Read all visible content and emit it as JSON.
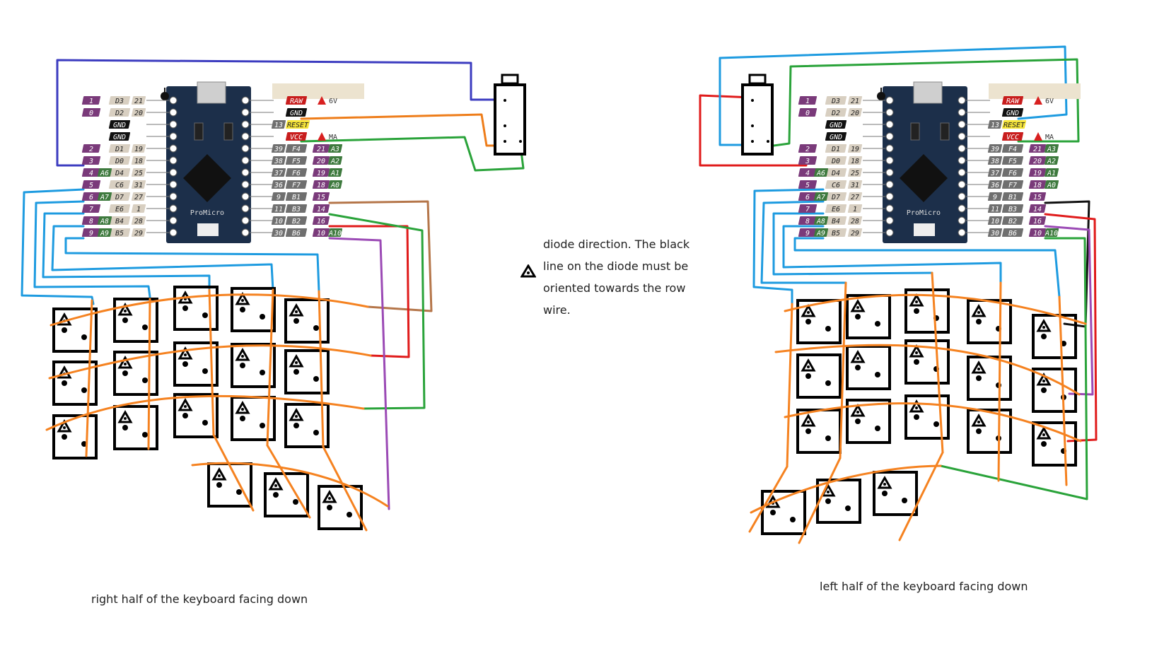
{
  "captions": {
    "right": "right half of the keyboard facing down",
    "left": "left half of the keyboard facing down",
    "note": "diode direction. The black line on the diode must be oriented towards the row wire."
  },
  "board": {
    "name": "ProMicro",
    "left_pins": [
      {
        "num": "1",
        "port": "D3",
        "arduino": "21",
        "extra": ""
      },
      {
        "num": "0",
        "port": "D2",
        "arduino": "20",
        "extra": ""
      },
      {
        "num": "",
        "port": "GND",
        "arduino": "",
        "extra": ""
      },
      {
        "num": "",
        "port": "GND",
        "arduino": "",
        "extra": ""
      },
      {
        "num": "2",
        "port": "D1",
        "arduino": "19",
        "extra": ""
      },
      {
        "num": "3",
        "port": "D0",
        "arduino": "18",
        "extra": ""
      },
      {
        "num": "4",
        "port": "D4",
        "arduino": "25",
        "extra": "A6"
      },
      {
        "num": "5",
        "port": "C6",
        "arduino": "31",
        "extra": ""
      },
      {
        "num": "6",
        "port": "D7",
        "arduino": "27",
        "extra": "A7"
      },
      {
        "num": "7",
        "port": "E6",
        "arduino": "1",
        "extra": ""
      },
      {
        "num": "8",
        "port": "B4",
        "arduino": "28",
        "extra": "A8"
      },
      {
        "num": "9",
        "port": "B5",
        "arduino": "29",
        "extra": "A9"
      }
    ],
    "right_pins": [
      {
        "num": "",
        "port": "RAW",
        "arduino": "",
        "extra": "6V"
      },
      {
        "num": "",
        "port": "GND",
        "arduino": "",
        "extra": ""
      },
      {
        "num": "13",
        "port": "RESET",
        "arduino": "",
        "extra": ""
      },
      {
        "num": "",
        "port": "VCC",
        "arduino": "",
        "extra": "MA"
      },
      {
        "num": "39",
        "port": "F4",
        "arduino": "21",
        "extra": "A3"
      },
      {
        "num": "38",
        "port": "F5",
        "arduino": "20",
        "extra": "A2"
      },
      {
        "num": "37",
        "port": "F6",
        "arduino": "19",
        "extra": "A1"
      },
      {
        "num": "36",
        "port": "F7",
        "arduino": "18",
        "extra": "A0"
      },
      {
        "num": "9",
        "port": "B1",
        "arduino": "15",
        "extra": ""
      },
      {
        "num": "11",
        "port": "B3",
        "arduino": "14",
        "extra": ""
      },
      {
        "num": "10",
        "port": "B2",
        "arduino": "16",
        "extra": ""
      },
      {
        "num": "30",
        "port": "B6",
        "arduino": "10",
        "extra": "A10"
      }
    ]
  },
  "colors": {
    "column_wire": "#1e9be0",
    "row_wire": "#f58220",
    "gnd_wire": "#ee7d1a",
    "vcc_wire": "#2aa33a",
    "data_wire_right": "#3c3cc0",
    "data_wire_left": "#e01b1b",
    "row1_right": "#b5764a",
    "row2": "#e01b1b",
    "row3": "#2aa33a",
    "row4": "#9b4ab5",
    "row1_left": "#111111",
    "pin_purple": "#7a3a7a",
    "pin_tan": "#d8cfc1",
    "pin_gray": "#6f6f6f",
    "pin_red": "#c81d1d",
    "pin_green": "#3e7a3e",
    "pin_yellow": "#f5e43a",
    "board_blue": "#1c2f4a"
  }
}
